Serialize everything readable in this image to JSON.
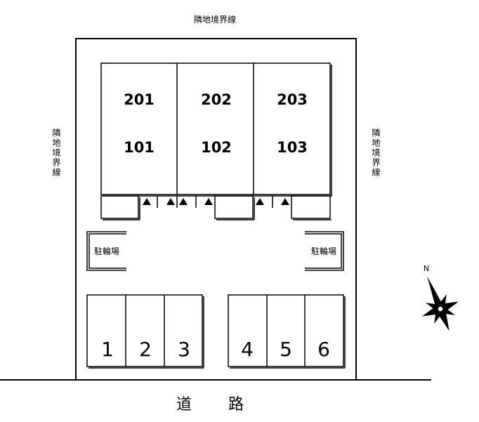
{
  "labels": {
    "boundary": "隣地境界線",
    "road_left": "道",
    "road_right": "路",
    "bike_parking": "駐輪場",
    "north": "N"
  },
  "units": {
    "upper": [
      "201",
      "202",
      "203"
    ],
    "lower": [
      "101",
      "102",
      "103"
    ]
  },
  "parking_spaces": [
    "1",
    "2",
    "3",
    "4",
    "5",
    "6"
  ],
  "colors": {
    "line": "#000000",
    "background": "#ffffff"
  }
}
